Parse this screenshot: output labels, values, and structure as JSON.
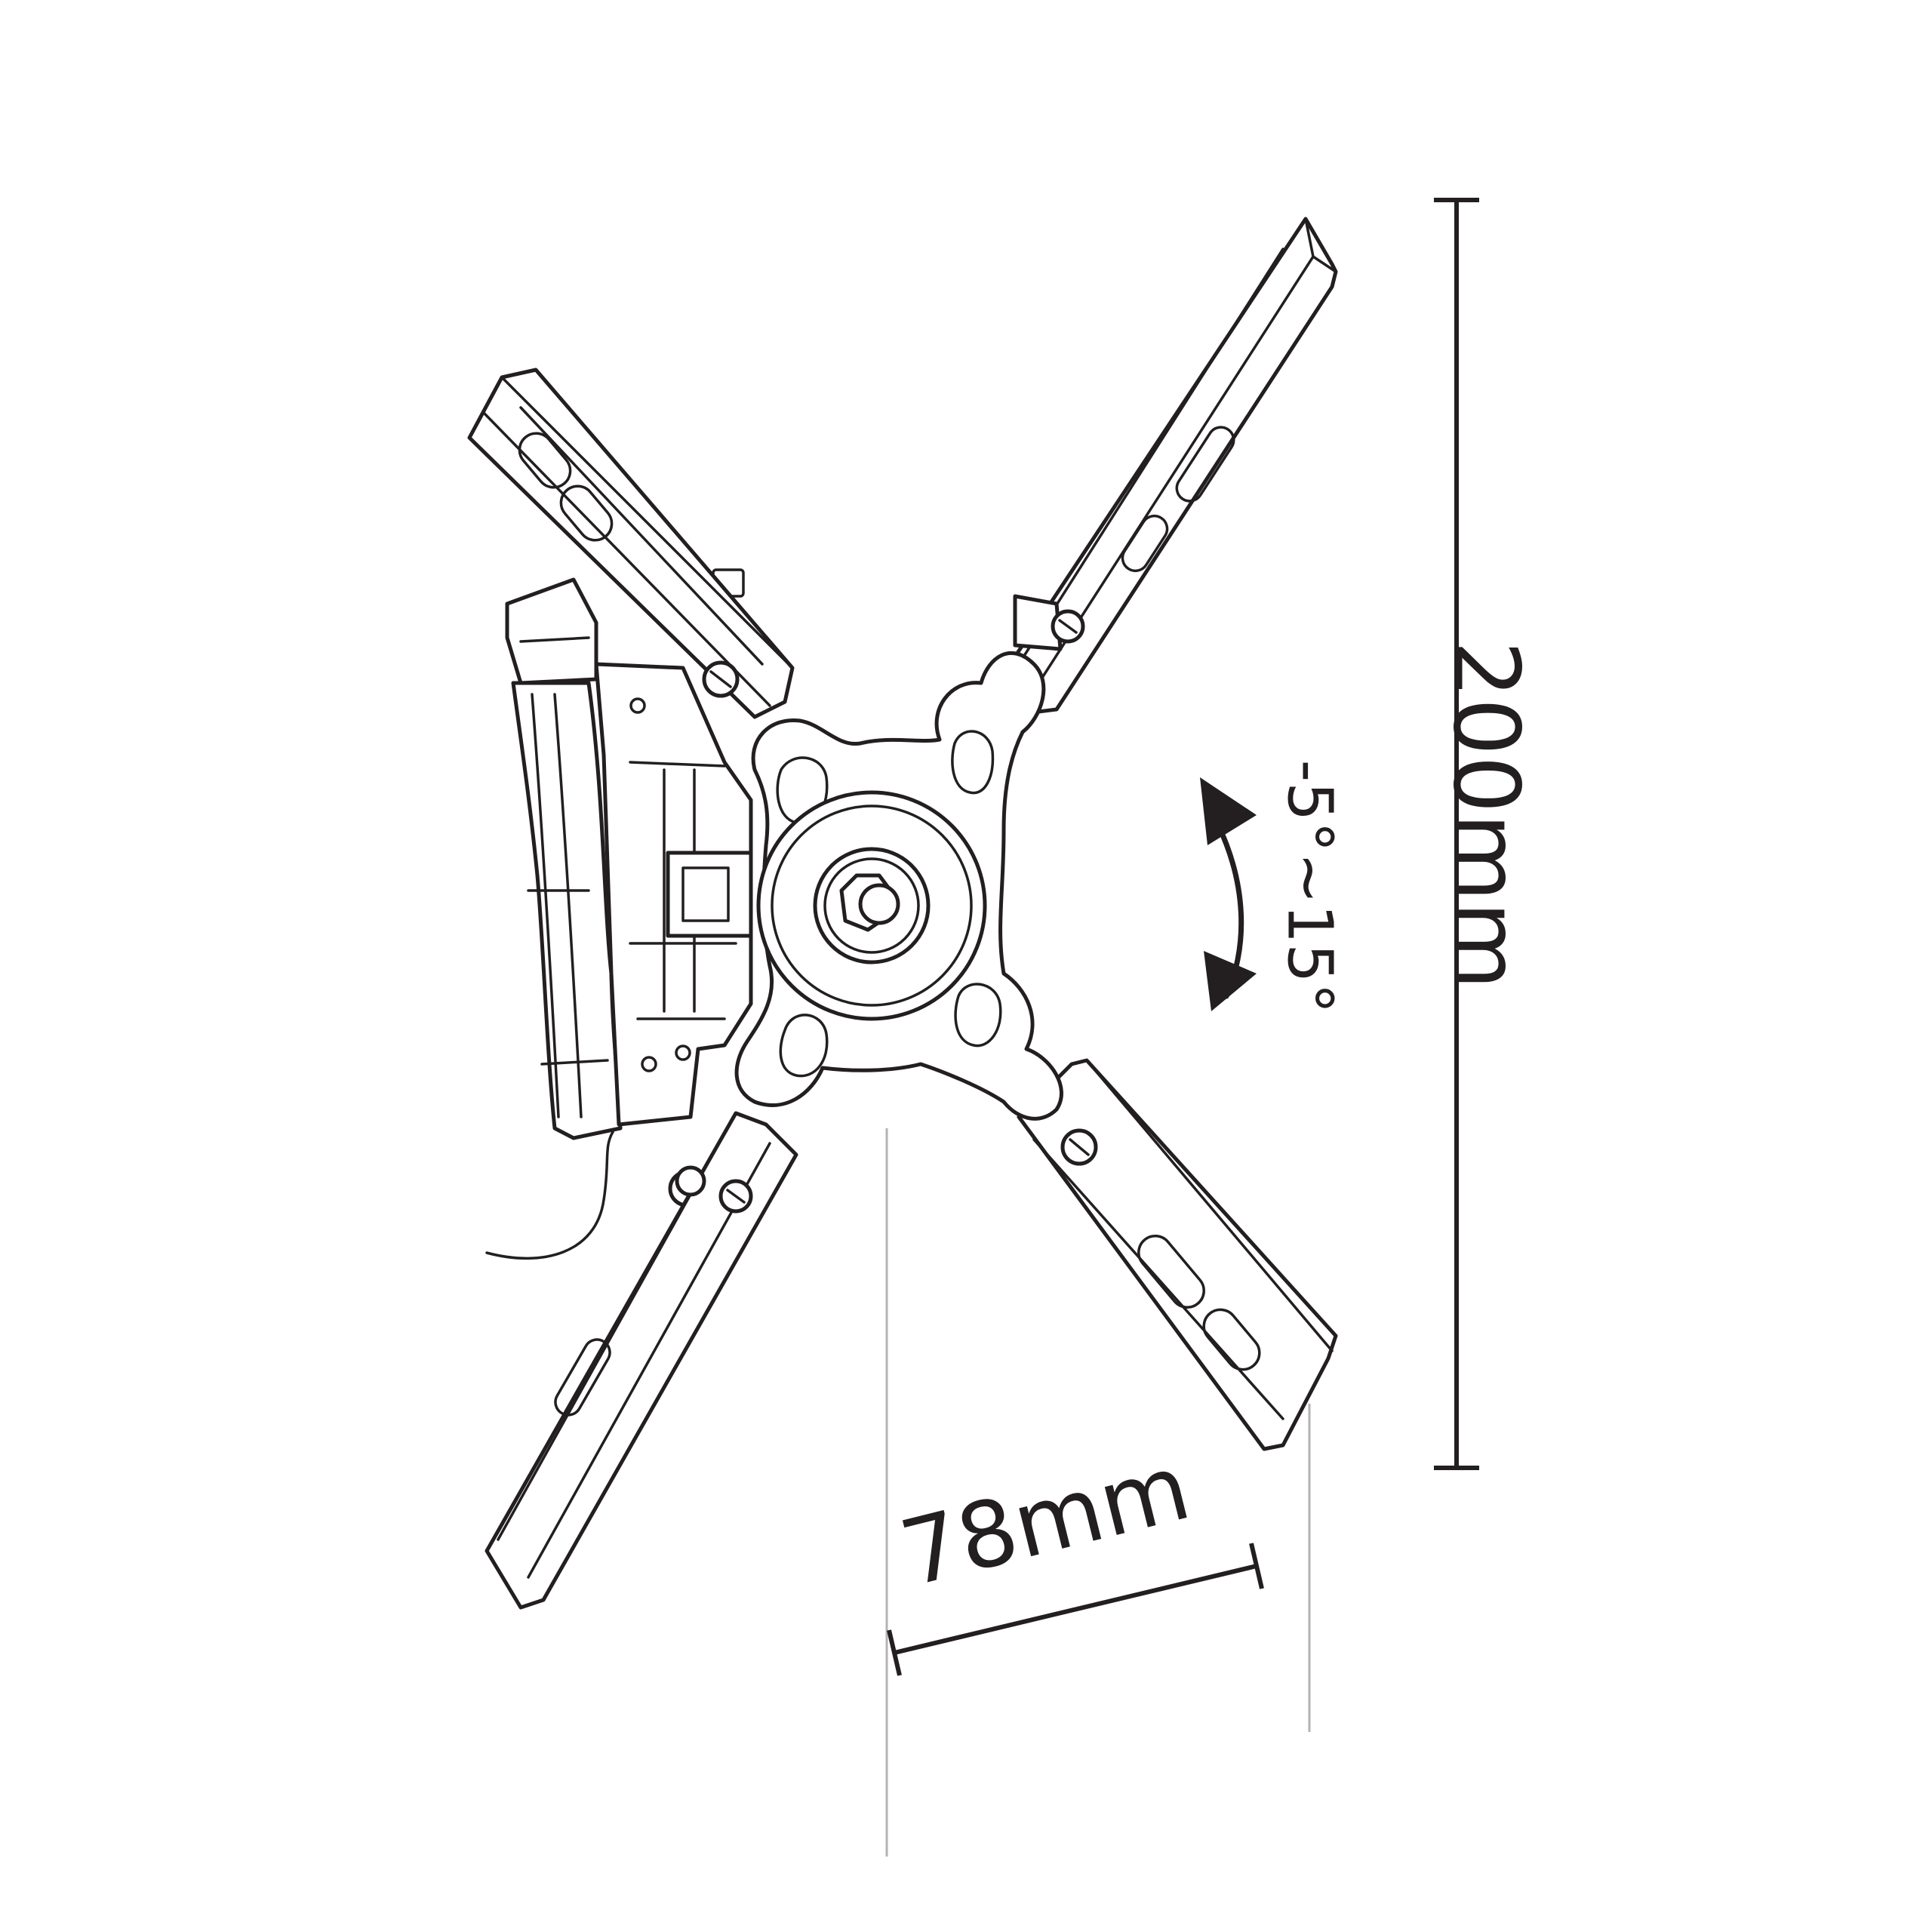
{
  "dimensions": {
    "height_label": "200mm",
    "width_label": "78mm",
    "tilt_label": "-5°~15°"
  },
  "colors": {
    "line": "#231f20",
    "extension_line": "#b3b3b3",
    "background": "#ffffff"
  }
}
